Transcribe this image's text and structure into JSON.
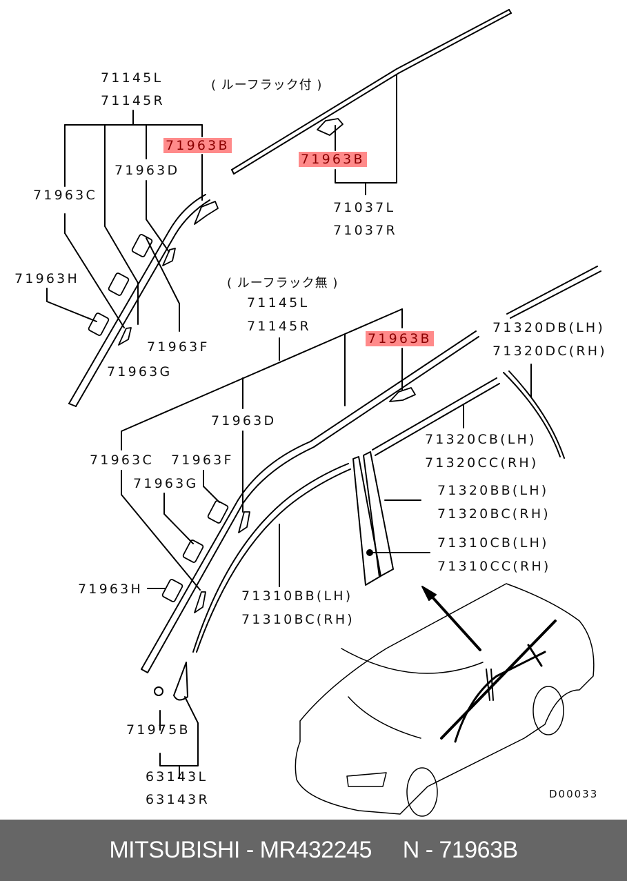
{
  "diagram": {
    "section_with_rack": {
      "note": "( ルーフラック付 )",
      "labels": {
        "molding_l": "71145L",
        "molding_r": "71145R",
        "clip_b_a": "71963B",
        "clip_b_b": "71963B",
        "clip_d": "71963D",
        "clip_c": "71963C",
        "clip_h": "71963H",
        "clip_f": "71963F",
        "clip_g": "71963G",
        "rack_l": "71037L",
        "rack_r": "71037R"
      }
    },
    "section_without_rack": {
      "note": "( ルーフラック無 )",
      "labels": {
        "molding_l": "71145L",
        "molding_r": "71145R",
        "clip_b": "71963B",
        "clip_d": "71963D",
        "clip_c": "71963C",
        "clip_f": "71963F",
        "clip_g": "71963G",
        "clip_h": "71963H",
        "p_320db": "71320DB(LH)",
        "p_320dc": "71320DC(RH)",
        "p_320cb": "71320CB(LH)",
        "p_320cc": "71320CC(RH)",
        "p_320bb": "71320BB(LH)",
        "p_320bc": "71320BC(RH)",
        "p_310cb": "71310CB(LH)",
        "p_310cc": "71310CC(RH)",
        "p_310bb": "71310BB(LH)",
        "p_310bc": "71310BC(RH)",
        "p_71975b": "71975B",
        "p_63143l": "63143L",
        "p_63143r": "63143R"
      }
    },
    "highlight_color": "#ff8a8a",
    "diagram_code": "D00033"
  },
  "footer": {
    "brand": "MITSUBISHI",
    "part_number": "MR432245",
    "ref": "N - 71963B",
    "separator": " - ",
    "gap": "     "
  }
}
